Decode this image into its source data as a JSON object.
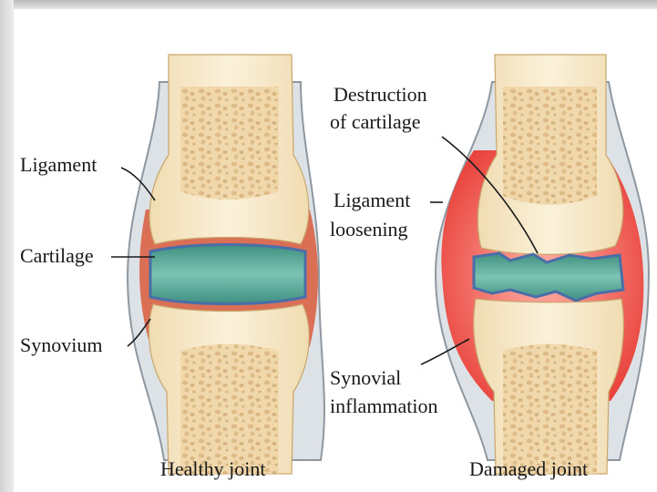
{
  "labels": {
    "ligament": "Ligament",
    "cartilage": "Cartilage",
    "synovium": "Synovium",
    "destruction_line1": "Destruction",
    "destruction_line2": "of cartilage",
    "ligament_loosening_line1": "Ligament",
    "ligament_loosening_line2": "loosening",
    "synovial_line1": "Synovial",
    "synovial_line2": "inflammation"
  },
  "captions": {
    "healthy": "Healthy joint",
    "damaged": "Damaged joint"
  },
  "colors": {
    "bone": "#f7e9c8",
    "spongy_bone": "#e9c58a",
    "cartilage_gap": "#4f9f8f",
    "cartilage_edge": "#4a6fa8",
    "synovium": "#d95a3c",
    "inflammation": "#ef4d45",
    "ligament": "#c7cdd4"
  }
}
